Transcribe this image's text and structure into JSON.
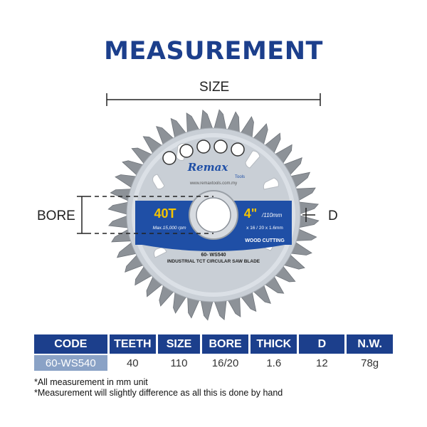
{
  "header": {
    "title": "MEASUREMENT"
  },
  "dimensions": {
    "size_label": "SIZE",
    "bore_label": "BORE",
    "d_label": "D"
  },
  "blade": {
    "brand": "Remax",
    "brand_sub": "Tools",
    "website": "www.remaxtools.com.my",
    "teeth_badge": "40T",
    "max_rpm": "Max.15,000 rpm",
    "size_badge": "4\"",
    "size_mm": "/110mm",
    "bore_spec": "x 16 / 20 x 1.6mm",
    "use": "WOOD CUTTING",
    "model": "60- WS540",
    "description": "INDUSTRIAL TCT CIRCULAR SAW BLADE",
    "tooth_count": 40,
    "colors": {
      "plate": "#c9cfd6",
      "band": "#1f4fa6",
      "teeth": "#8d9298"
    }
  },
  "specs": {
    "headers": [
      "CODE",
      "TEETH",
      "SIZE",
      "BORE",
      "THICK",
      "D",
      "N.W."
    ],
    "row": [
      "60-WS540",
      "40",
      "110",
      "16/20",
      "1.6",
      "12",
      "78g"
    ]
  },
  "notes": [
    "*All measurement in mm unit",
    "*Measurement will slightly difference as all this is done by hand"
  ],
  "colors": {
    "accent": "#1c3f8c",
    "code_cell": "#8aa2c6"
  }
}
